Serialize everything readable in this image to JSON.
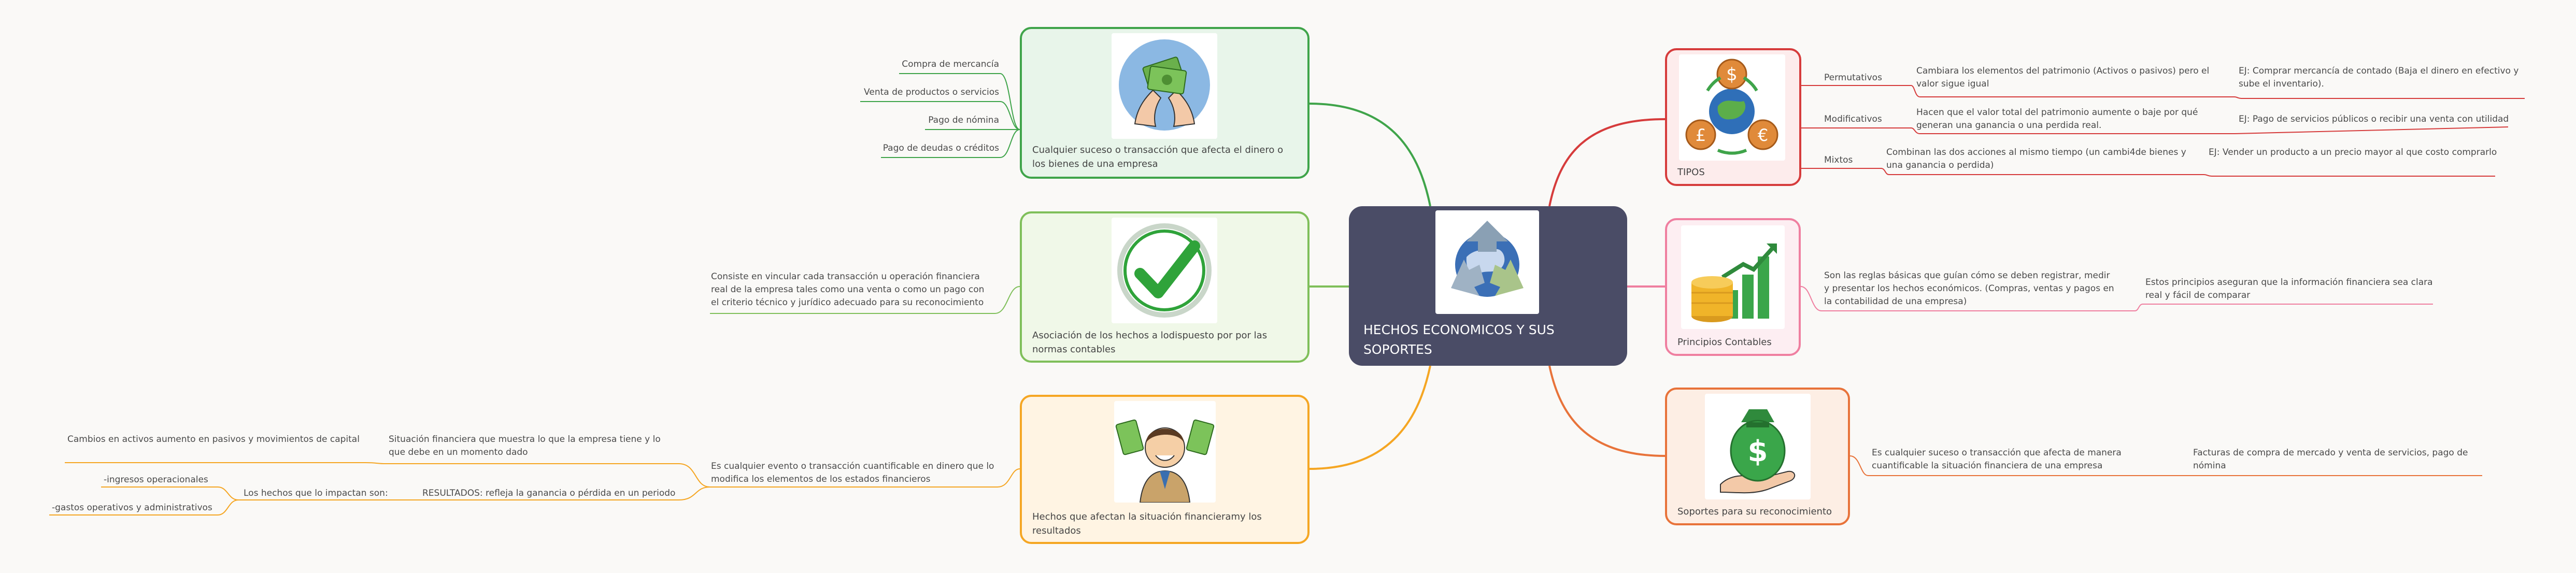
{
  "root": {
    "title": "HECHOS ECONOMICOS Y SUS SOPORTES"
  },
  "colors": {
    "green": "#3fa44a",
    "lightgreen": "#7fbf5a",
    "orange": "#f5a623",
    "red": "#d63c3c",
    "pink": "#ef7fa0",
    "salmon": "#e8733a",
    "root": "#4a4c66"
  },
  "left": {
    "definicion": {
      "label": "Cualquier suceso o transacción que afecta el dinero o los bienes de una empresa",
      "icon": "money-hands-icon",
      "children": [
        "Compra de mercancía",
        "Venta de productos o servicios",
        "Pago de nómina",
        "Pago de deudas o créditos"
      ]
    },
    "asociacion": {
      "label": "Asociación de los hechos a lodispuesto por por las normas contables",
      "icon": "check-mark-icon",
      "child": "Consiste en vincular cada transacción u operación financiera real de la empresa tales como una venta o como un pago con el criterio técnico y jurídico adecuado para su reconocimiento"
    },
    "situacion": {
      "label": "Hechos que afectan la situación financieramy los resultados",
      "icon": "happy-man-money-icon",
      "child": "Es cualquier evento o transacción cuantificable en dinero que lo modifica los elementos de los estados financieros",
      "situacion_financiera": "Situación financiera que muestra lo que la empresa tiene y lo que debe en un momento dado",
      "cambios": "Cambios en activos aumento en pasivos y movimientos de capital",
      "impactan": "Los hechos que lo impactan son:",
      "resultados": "RESULTADOS: refleja la ganancia o pérdida en un periodo",
      "ingresos": "-ingresos operacionales",
      "gastos": "-gastos operativos y administrativos"
    }
  },
  "right": {
    "tipos": {
      "label": "TIPOS",
      "icon": "currency-globe-icon",
      "rows": [
        {
          "name": "Permutativos",
          "desc": "Cambiara los elementos del patrimonio (Activos o pasivos) pero el valor sigue igual",
          "example": "EJ: Comprar mercancía de contado (Baja el dinero en efectivo y sube el inventario)."
        },
        {
          "name": "Modificativos",
          "desc": "Hacen que el valor total del patrimonio aumente o baje por qué generan una ganancia o una perdida real.",
          "example": "EJ: Pago de servicios públicos o recibir una venta con utilidad"
        },
        {
          "name": "Mixtos",
          "desc": "Combinan las dos acciones al mismo tiempo (un cambi4de bienes y una ganancia o perdida)",
          "example": "EJ: Vender un producto a un precio mayor al que costo comprarlo"
        }
      ]
    },
    "principios": {
      "label": "Principios Contables",
      "icon": "coins-chart-icon",
      "desc": "Son las reglas básicas que guían cómo se deben registrar, medir y presentar los hechos económicos. (Compras, ventas y pagos en la contabilidad de una empresa)",
      "child": "Estos principios aseguran que la información financiera sea clara real y fácil de comparar"
    },
    "soportes": {
      "label": "Soportes para su reconocimiento",
      "icon": "money-bag-hand-icon",
      "desc": "Es cualquier suceso o transacción que afecta de manera cuantificable la situación financiera de una empresa",
      "child": "Facturas de compra de mercado y venta de servicios, pago de nómina"
    }
  }
}
